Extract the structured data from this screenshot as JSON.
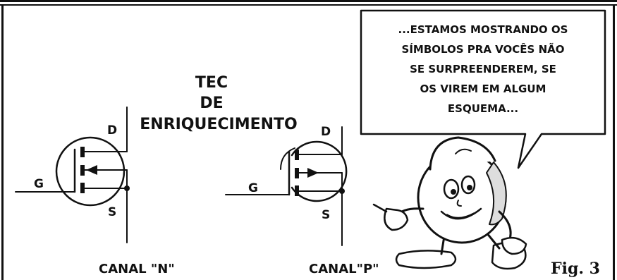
{
  "title_lines": [
    "TEC",
    "DE",
    "ENRIQUECIMENTO"
  ],
  "mosfet_n": {
    "drain": "D",
    "gate": "G",
    "source": "S",
    "caption": "CANAL \"N\""
  },
  "mosfet_p": {
    "drain": "D",
    "gate": "G",
    "source": "S",
    "caption": "CANAL\"P\""
  },
  "speech_bubble": {
    "lines": [
      "...ESTAMOS MOSTRANDO OS",
      "SÍMBOLOS PRA VOCÊS NÃO",
      "SE SURPREENDEREM, SE",
      "OS VIREM EM ALGUM",
      "ESQUEMA..."
    ]
  },
  "figure_label": "Fig. 3",
  "colors": {
    "ink": "#111111",
    "background": "#ffffff"
  }
}
